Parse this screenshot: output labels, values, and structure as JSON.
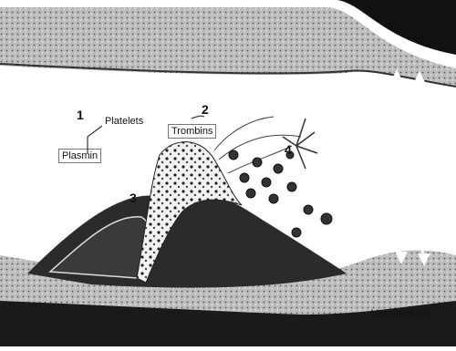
{
  "labels": {
    "platelets": "Platelets",
    "plasmin": "Plasmin",
    "trombins": "Trombins",
    "vasokontriksi": "Vasokontriksi"
  },
  "markers": [
    "1",
    "2",
    "3",
    "4"
  ],
  "colors": {
    "ink": "#1a1a1a",
    "dark_tissue": "#2b2b2b",
    "vessel_wall": "#9a9a9a",
    "paper": "#ffffff"
  }
}
